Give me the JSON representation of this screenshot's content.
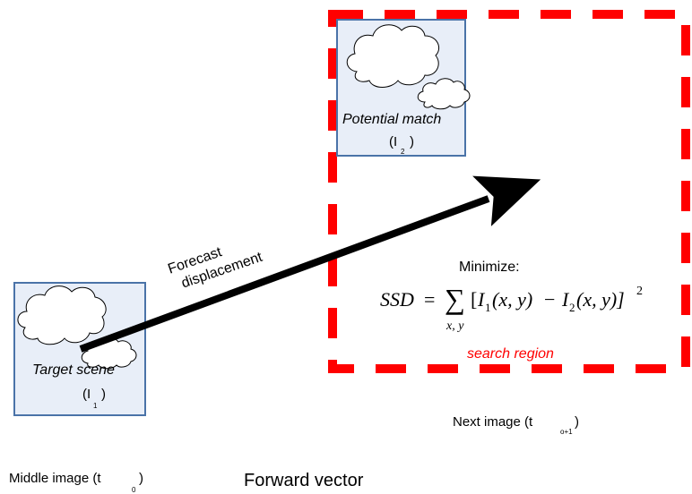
{
  "target_scene": {
    "title": "Target scene",
    "sub_open": "(I",
    "sub_index": "1",
    "sub_close": ")"
  },
  "potential_match": {
    "title": "Potential match",
    "sub_open": "(I",
    "sub_index": "2",
    "sub_close": ")"
  },
  "arrow_label": {
    "line1": "Forecast",
    "line2": "displacement"
  },
  "minimize": {
    "heading": "Minimize:",
    "lhs": "SSD",
    "eq": "=",
    "sum": "∑",
    "sum_sub": "x, y",
    "bracket_open": "[",
    "i1": "I",
    "i1_sub": "1",
    "args1": "(x, y)",
    "minus": "−",
    "i2": "I",
    "i2_sub": "2",
    "args2": "(x, y)]",
    "power": "2"
  },
  "search_region": {
    "label": "search region",
    "color": "#ff0000"
  },
  "next_image": {
    "prefix": "Next image (t",
    "sub": "o+1",
    "close": ")"
  },
  "middle_image": {
    "prefix": "Middle image (t",
    "sub": "0",
    "close": ")"
  },
  "forward_vector": {
    "label": "Forward vector"
  },
  "colors": {
    "image_fill": "#e8eef8",
    "image_border": "#4a73a8",
    "arrow": "#000000",
    "search_border": "#ff0000"
  }
}
